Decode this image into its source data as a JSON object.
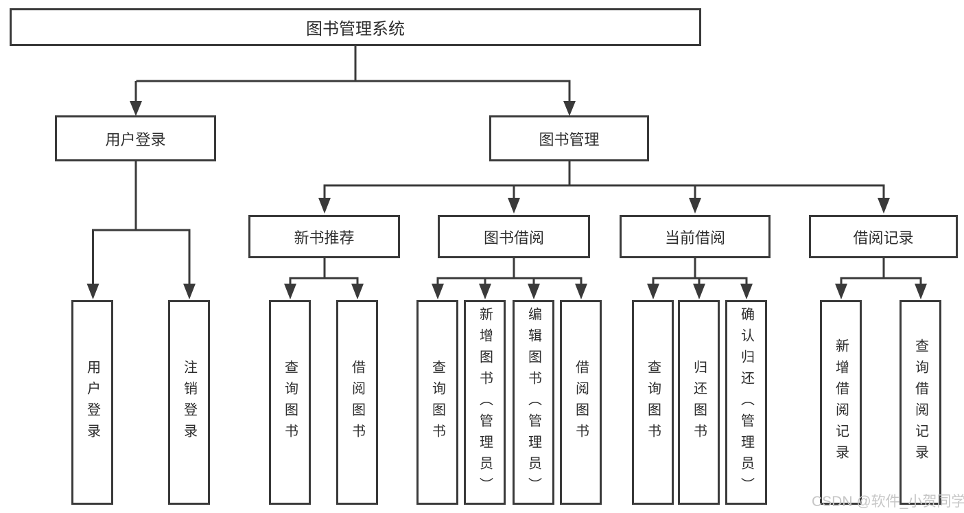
{
  "diagram": {
    "root": "图书管理系统",
    "l2": [
      "用户登录",
      "图书管理"
    ],
    "l3": [
      "新书推荐",
      "图书借阅",
      "当前借阅",
      "借阅记录"
    ],
    "l4": [
      "用户登录",
      "注销登录",
      "查询图书",
      "借阅图书",
      "查询图书",
      "新增图书（管理员）",
      "编辑图书（管理员）",
      "借阅图书",
      "查询图书",
      "归还图书",
      "确认归还（管理员）",
      "新增借阅记录",
      "查询借阅记录"
    ],
    "watermark": "CSDN @软件_小贺同学",
    "colors": {
      "line": "#3a3a3a",
      "text": "#2e2e2e",
      "watermark": "#c6c6c6",
      "background": "#ffffff"
    }
  }
}
